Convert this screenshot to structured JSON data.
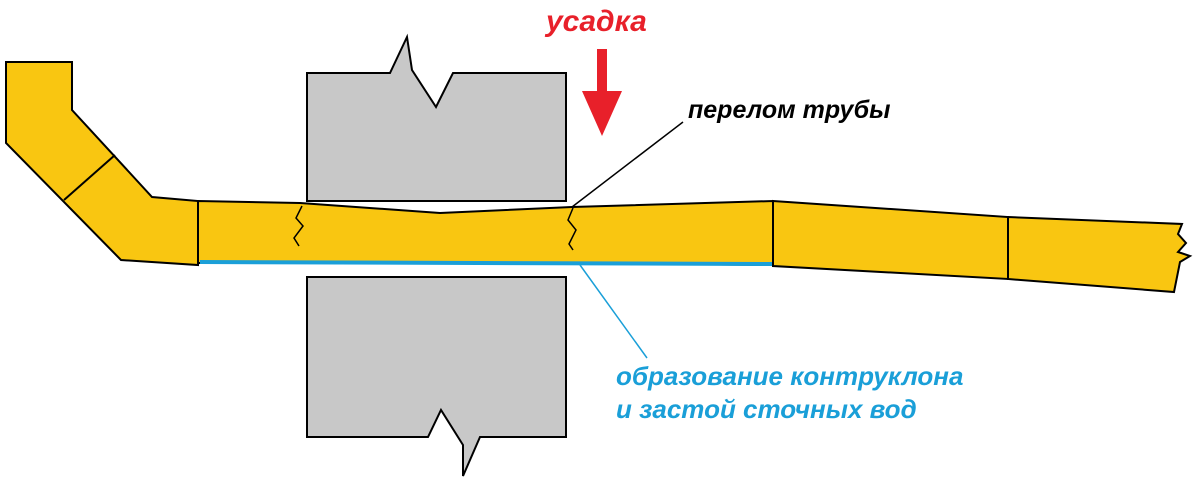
{
  "labels": {
    "settlement": "усадка",
    "pipe_break": "перелом трубы",
    "counter_slope_line1": "образование контруклона",
    "counter_slope_line2": "и застой сточных вод"
  },
  "colors": {
    "pipe_fill": "#F9C611",
    "wall_fill": "#C8C8C8",
    "outline": "#000000",
    "settlement_arrow": "#E8202A",
    "settlement_text": "#E8202A",
    "water_line": "#1A9FD8",
    "counter_slope_text": "#1A9FD8",
    "pipe_break_text": "#000000"
  },
  "icons": {
    "settlement_arrow": "arrow-down-icon"
  }
}
